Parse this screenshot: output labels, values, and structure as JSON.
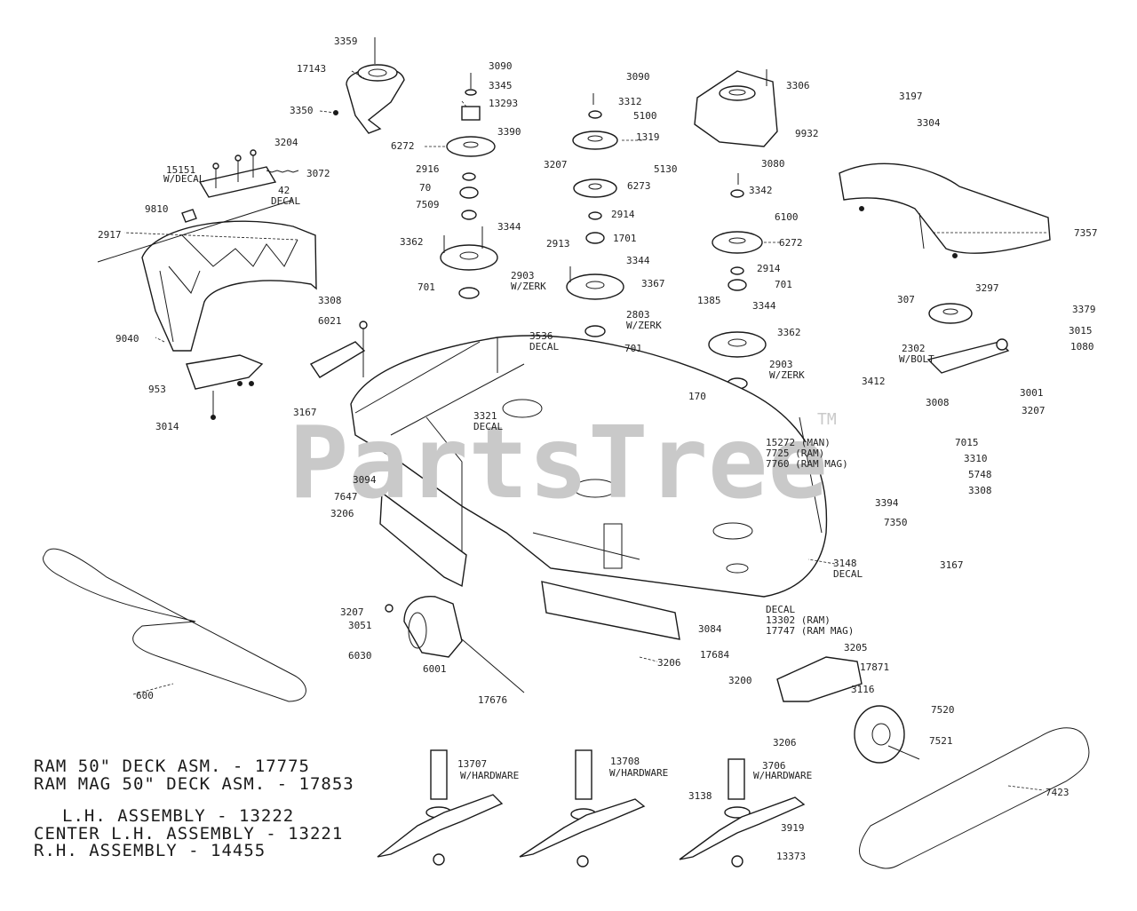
{
  "watermark": {
    "brand": "PartsTree",
    "tm": "TM"
  },
  "assembly_notes": [
    "RAM 50\" DECK ASM. - 17775",
    "RAM MAG 50\" DECK ASM. - 17853",
    "L.H. ASSEMBLY - 13222",
    "CENTER L.H. ASSEMBLY - 13221",
    "R.H. ASSEMBLY - 14455"
  ],
  "labels": {
    "l3359": "3359",
    "l17143": "17143",
    "l3350": "3350",
    "l3204": "3204",
    "l15151": "15151",
    "l15151b": "W/DECAL",
    "l3072": "3072",
    "l42": "42",
    "l42b": "DECAL",
    "l9810": "9810",
    "l2917": "2917",
    "l9040": "9040",
    "l953": "953",
    "l3014": "3014",
    "l3090a": "3090",
    "l3345": "3345",
    "l13293": "13293",
    "l3390": "3390",
    "l6272a": "6272",
    "l2916": "2916",
    "l70": "70",
    "l7509": "7509",
    "l3344a": "3344",
    "l3362": "3362",
    "l2903": "2903",
    "l2903b": "W/ZERK",
    "l701a": "701",
    "l3090b": "3090",
    "l3312": "3312",
    "l5100": "5100",
    "l1319": "1319",
    "l3207": "3207",
    "l5130": "5130",
    "l6273": "6273",
    "l2914": "2914",
    "l1701": "1701",
    "l2913": "2913",
    "l3344b": "3344",
    "l3367": "3367",
    "l2803": "2803",
    "l2803b": "W/ZERK",
    "l701b": "701",
    "l3306": "3306",
    "l9932": "9932",
    "l3080": "3080",
    "l3342": "3342",
    "l6100": "6100",
    "l6272b": "6272",
    "l2914b": "2914",
    "l701c": "701",
    "l1385": "1385",
    "l3344c": "3344",
    "l3362b": "3362",
    "l2903c": "2903",
    "l2903d": "W/ZERK",
    "l170": "170",
    "l3197": "3197",
    "l3304": "3304",
    "l7357": "7357",
    "l3297": "3297",
    "l3379": "3379",
    "l307": "307",
    "l3015": "3015",
    "l1080": "1080",
    "l2302": "2302",
    "l2302b": "W/BOLT",
    "l3412": "3412",
    "l3008": "3008",
    "l3001": "3001",
    "l3207b": "3207",
    "l7015": "7015",
    "l3310": "3310",
    "l5748": "5748",
    "l3308": "3308",
    "l3394": "3394",
    "l7350": "7350",
    "l3167": "3167",
    "l3308b": "3308",
    "l6021": "6021",
    "l3536": "3536",
    "l3536b": "DECAL",
    "l3321": "3321",
    "l3321b": "DECAL",
    "l3167b": "3167",
    "l15272": "15272 (MAN)",
    "l7725": "7725 (RAM)",
    "l7760": "7760 (RAM MAG)",
    "l3094": "3094",
    "l7647": "7647",
    "l3206": "3206",
    "l3148": "3148",
    "l3148b": "DECAL",
    "lDECAL": "DECAL",
    "l13302": "13302 (RAM)",
    "l17747": "17747 (RAM MAG)",
    "l3207c": "3207",
    "l3051": "3051",
    "l6030": "6030",
    "l6001": "6001",
    "l17676": "17676",
    "l3084": "3084",
    "l3206b": "3206",
    "l17684": "17684",
    "l3205": "3205",
    "l17871": "17871",
    "l3200": "3200",
    "l3116": "3116",
    "l7520": "7520",
    "l7521": "7521",
    "l3206c": "3206",
    "l600": "600",
    "l7423": "7423",
    "l13707": "13707",
    "l13707b": "W/HARDWARE",
    "l13708": "13708",
    "l13708b": "W/HARDWARE",
    "l3706": "3706",
    "l3706b": "W/HARDWARE",
    "l3138": "3138",
    "l3919": "3919",
    "l13373": "13373"
  }
}
